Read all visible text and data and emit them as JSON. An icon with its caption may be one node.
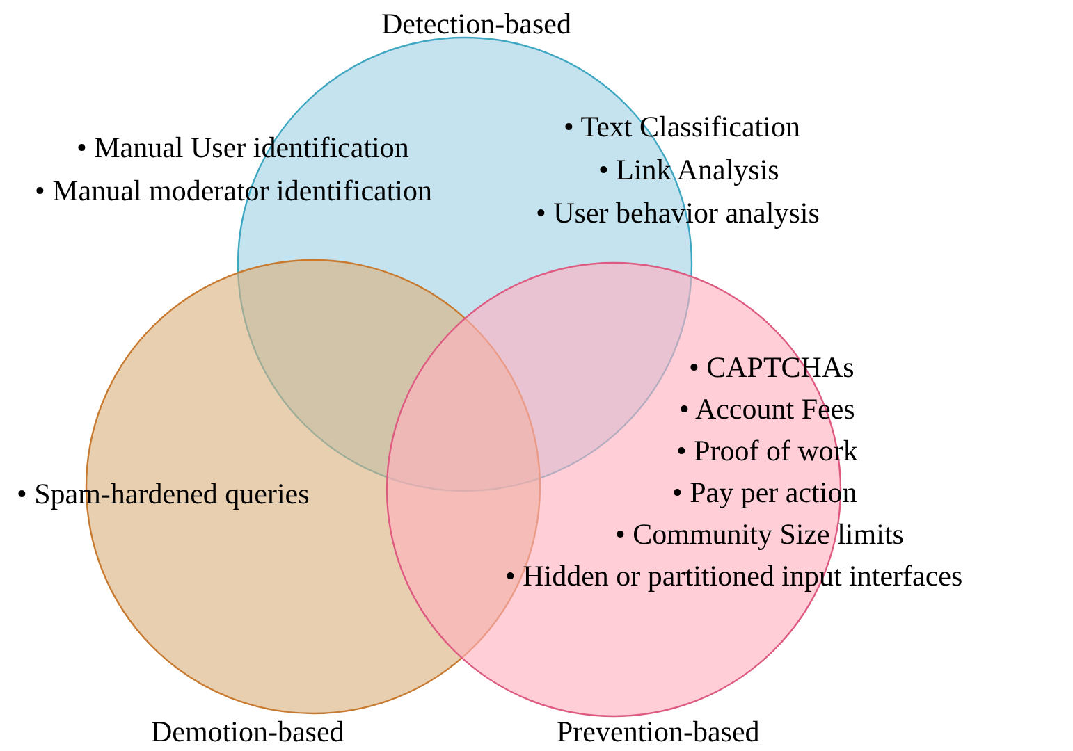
{
  "diagram": {
    "nodes": [
      {
        "text": [
          "Detection-based",
          "• Manual User identification",
          "• Manual moderator identification",
          "• Text Classification",
          "• Link Analysis",
          "• User behavior analysis"
        ]
      },
      {
        "text": [
          "• Spam-hardened queries",
          "Demotion-based"
        ]
      },
      {
        "text": [
          "• CAPTCHAs",
          "• Account Fees",
          "• Proof of work",
          "• Pay per action",
          "• Community Size limits",
          "• Hidden or partitioned input interfaces",
          "Prevention-based"
        ]
      }
    ],
    "edges": []
  }
}
